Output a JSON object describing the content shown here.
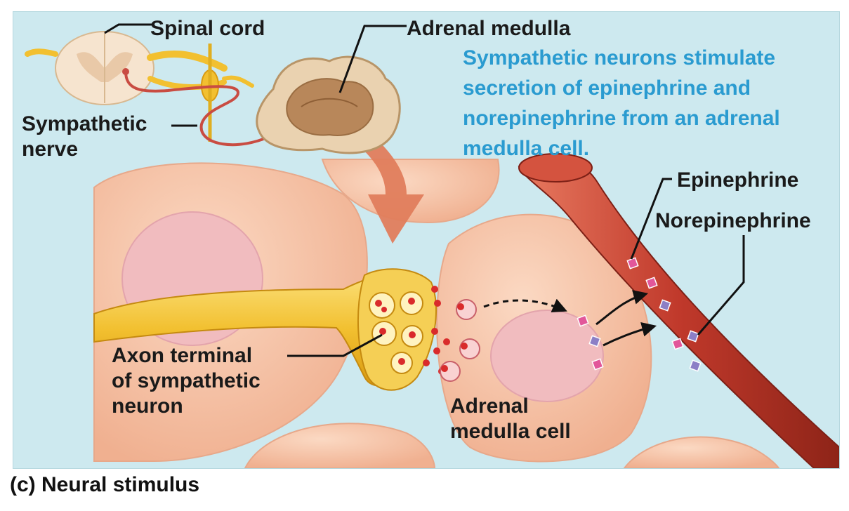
{
  "labels": {
    "spinal_cord": "Spinal cord",
    "adrenal_medulla": "Adrenal medulla",
    "sympathetic_nerve": "Sympathetic\nnerve",
    "epinephrine": "Epinephrine",
    "norepinephrine": "Norepinephrine",
    "axon_terminal": "Axon terminal\nof sympathetic\nneuron",
    "adrenal_medulla_cell": "Adrenal\nmedulla cell"
  },
  "description": "Sympathetic neurons stimulate\nsecretion of epinephrine and\nnorepinephrine from an adrenal\nmedulla cell.",
  "caption": "(c) Neural stimulus",
  "colors": {
    "background": "#cde9ef",
    "cell": "#f5c2a4",
    "nucleus": "#f2b4b9",
    "neuron": "#f2c030",
    "blood_vessel": "#c53f2f",
    "epinephrine": "#e2579a",
    "norepinephrine": "#8c7fc6",
    "vesicle": "#d92b2b",
    "text_highlight": "#2a9bd0"
  }
}
